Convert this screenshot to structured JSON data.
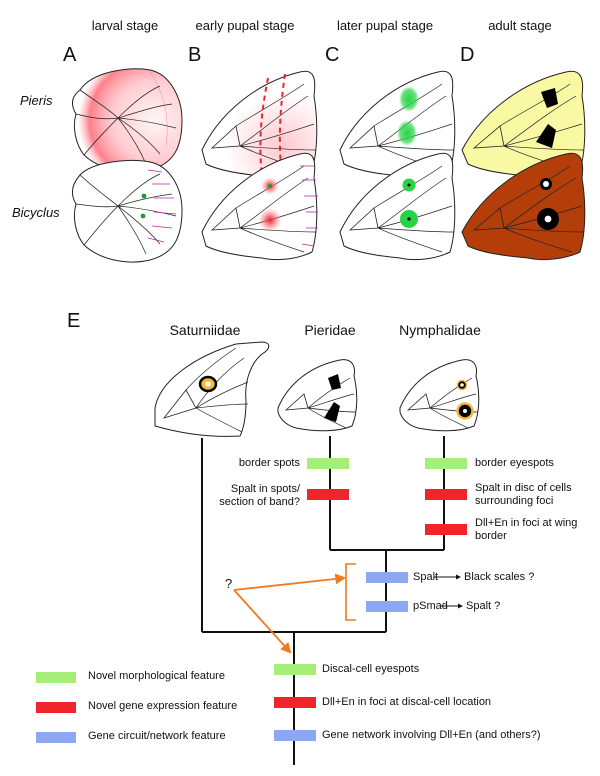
{
  "stages": [
    "larval stage",
    "early pupal stage",
    "later pupal stage",
    "adult stage"
  ],
  "panels": [
    "A",
    "B",
    "C",
    "D",
    "E"
  ],
  "species": [
    "Pieris",
    "Bicyclus"
  ],
  "families": [
    "Saturniidae",
    "Pieridae",
    "Nymphalidae"
  ],
  "pieridae_features": [
    {
      "text": "border spots",
      "type": "morphological"
    },
    {
      "text": "Spalt  in spots/ section of band?",
      "type": "gene_expression"
    }
  ],
  "nymphalidae_features": [
    {
      "text": "border eyespots",
      "type": "morphological"
    },
    {
      "text": "Spalt in disc of cells surrounding foci",
      "type": "gene_expression"
    },
    {
      "text": "Dll+En in foci at wing border",
      "type": "gene_expression"
    }
  ],
  "shared_features": [
    {
      "text": "Spalt",
      "arrow_to": "Black scales ?",
      "type": "network"
    },
    {
      "text": "pSmad",
      "arrow_to": "Spalt ?",
      "type": "network"
    }
  ],
  "question_mark": "?",
  "root_features": [
    {
      "text": "Discal-cell eyespots",
      "type": "morphological"
    },
    {
      "text": "Dll+En in foci at discal-cell location",
      "type": "gene_expression"
    },
    {
      "text": "Gene network involving Dll+En (and others?)",
      "type": "network"
    }
  ],
  "legend": [
    {
      "label": "Novel morphological feature",
      "color": "#a6ee7a"
    },
    {
      "label": "Novel gene expression feature",
      "color": "#f0242a"
    },
    {
      "label": "Gene circuit/network feature",
      "color": "#8ca8f2"
    }
  ],
  "colors": {
    "pieris_wing": "#f9f9a4",
    "bicyclus_wing": "#b33e0a",
    "bracket": "#f07a20",
    "spot_green": "#29d345",
    "spot_red": "#e82530"
  }
}
